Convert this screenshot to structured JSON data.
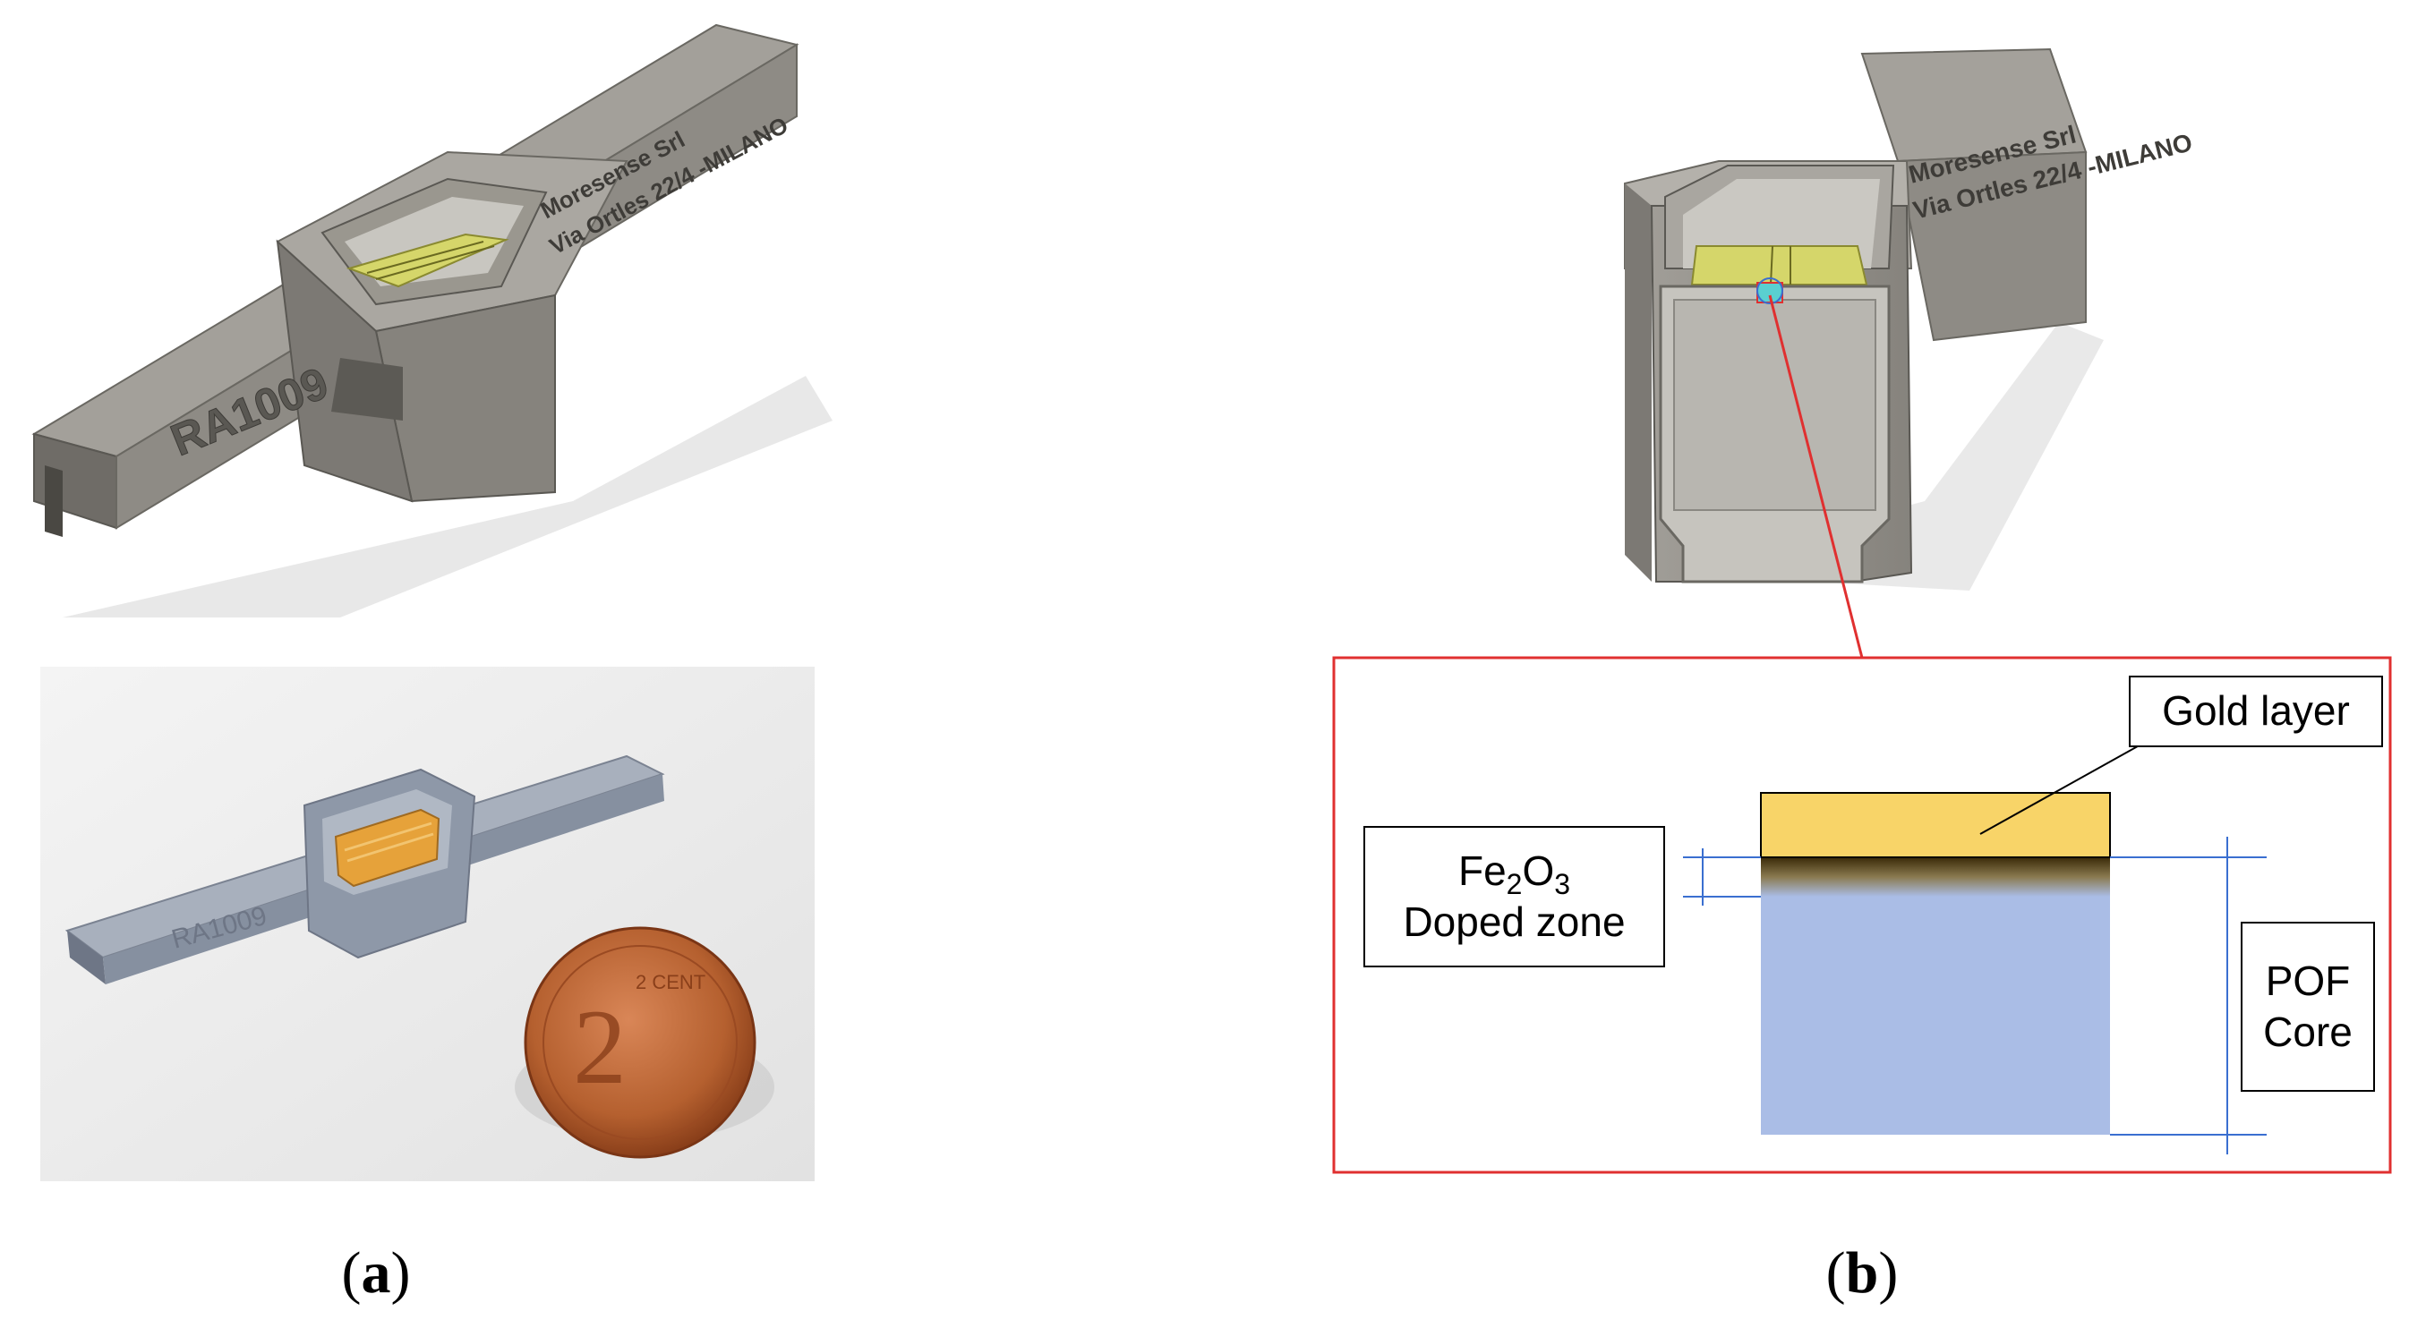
{
  "figure": {
    "panel_a": {
      "caption": "a",
      "render_engraving_front": "RA1009",
      "render_engraving_side_line1": "Moresense Srl",
      "render_engraving_side_line2": "Via Ortles 22/4 -MILANO",
      "photo_engraving": "RA1009",
      "coin_marking": "2 CENT"
    },
    "panel_b": {
      "caption": "b",
      "render_engraving_line1": "Moresense Srl",
      "render_engraving_line2": "Via Ortles 22/4 -MILANO",
      "callouts": {
        "gold_layer": "Gold layer",
        "doped_zone_chem_main": "Fe",
        "doped_zone_chem_sub1": "2",
        "doped_zone_chem_mid": "O",
        "doped_zone_chem_sub2": "3",
        "doped_zone_text": "Doped zone",
        "pof_line1": "POF",
        "pof_line2": "Core"
      }
    },
    "colors": {
      "gold": "#f8d468",
      "core": "#aabde6",
      "doped_dark": "#4a3a10",
      "dimension_line": "#3a6fd0",
      "inset_border": "#e03030",
      "render_gray": "#8e8b85",
      "photo_gray": "#8e98a8",
      "coin_copper": "#c0693a"
    }
  }
}
